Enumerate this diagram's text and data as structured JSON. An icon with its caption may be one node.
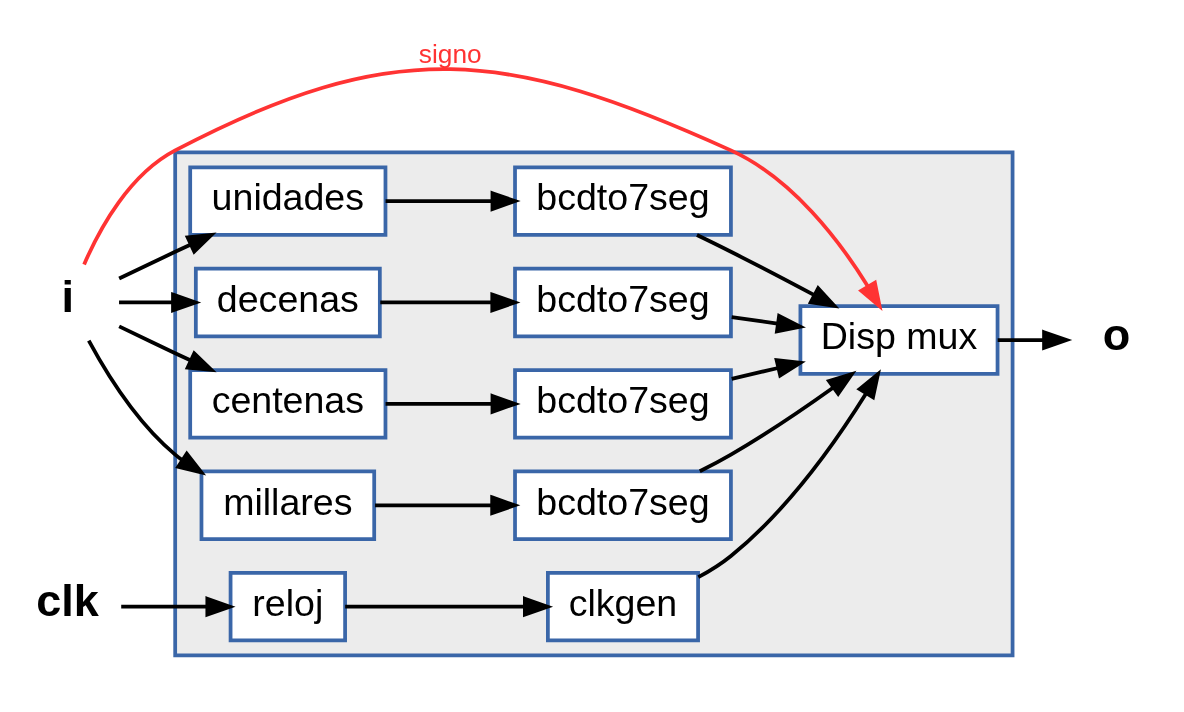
{
  "diagram": {
    "nodes": [
      {
        "text": [],
        "shape": "box"
      },
      {
        "text": [
          "unidades"
        ],
        "in": 0
      },
      {
        "text": [
          "bcdto7seg"
        ],
        "in": 0
      },
      {
        "text": [
          "decenas"
        ],
        "in": 0
      },
      {
        "text": [
          "bcdto7seg"
        ],
        "in": 0
      },
      {
        "text": [
          "centenas"
        ],
        "in": 0
      },
      {
        "text": [
          "bcdto7seg"
        ],
        "in": 0
      },
      {
        "text": [
          "millares"
        ],
        "in": 0
      },
      {
        "text": [
          "bcdto7seg"
        ],
        "in": 0
      },
      {
        "text": [
          "Disp mux"
        ],
        "in": 0
      },
      {
        "text": [
          "clkgen"
        ],
        "in": 0
      },
      {
        "text": [
          "reloj"
        ],
        "in": 0
      },
      {
        "text": [
          "i"
        ]
      },
      {
        "text": [
          "o"
        ]
      },
      {
        "text": [
          "clk"
        ]
      }
    ],
    "edges": [
      {
        "from": 12,
        "to": 9,
        "arrow": "to",
        "label": "signo",
        "color": "#ff3333"
      },
      {
        "from": 12,
        "to": 1,
        "arrow": "to"
      },
      {
        "from": 12,
        "to": 3,
        "arrow": "to"
      },
      {
        "from": 12,
        "to": 5,
        "arrow": "to"
      },
      {
        "from": 12,
        "to": 7,
        "arrow": "to"
      },
      {
        "from": 1,
        "to": 2,
        "arrow": "to"
      },
      {
        "from": 3,
        "to": 4,
        "arrow": "to"
      },
      {
        "from": 5,
        "to": 6,
        "arrow": "to"
      },
      {
        "from": 7,
        "to": 8,
        "arrow": "to"
      },
      {
        "from": 2,
        "to": 9,
        "arrow": "to"
      },
      {
        "from": 4,
        "to": 9,
        "arrow": "to"
      },
      {
        "from": 6,
        "to": 9,
        "arrow": "to"
      },
      {
        "from": 8,
        "to": 9,
        "arrow": "to"
      },
      {
        "from": 9,
        "to": 13,
        "arrow": "to"
      },
      {
        "from": 14,
        "to": 11,
        "arrow": "to"
      },
      {
        "from": 11,
        "to": 10,
        "arrow": "to"
      },
      {
        "from": 10,
        "to": 9,
        "arrow": "to"
      }
    ]
  }
}
